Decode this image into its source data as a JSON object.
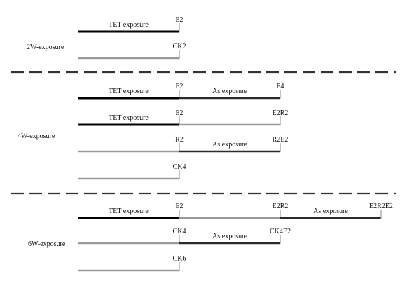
{
  "colors": {
    "black": "#000000",
    "gray": "#9a9a9a",
    "dark": "#2a2a2a",
    "divider": "#333333"
  },
  "groups": [
    {
      "label": "2W-exposure"
    },
    {
      "label": "4W-exposure"
    },
    {
      "label": "6W-exposure"
    }
  ],
  "rows": [
    {
      "id": "r1",
      "segments": [
        {
          "color": "black",
          "label": "TET exposure"
        }
      ],
      "end_labels": [
        "E2"
      ]
    },
    {
      "id": "r2",
      "segments": [
        {
          "color": "gray",
          "label": ""
        }
      ],
      "end_labels": [
        "CK2"
      ]
    },
    {
      "id": "r3",
      "segments": [
        {
          "color": "black",
          "label": "TET exposure"
        },
        {
          "color": "dark",
          "label": "As exposure"
        }
      ],
      "end_labels": [
        "E2",
        "E4"
      ]
    },
    {
      "id": "r4",
      "segments": [
        {
          "color": "black",
          "label": "TET exposure"
        },
        {
          "color": "gray",
          "label": ""
        }
      ],
      "end_labels": [
        "E2",
        "E2R2"
      ]
    },
    {
      "id": "r5",
      "segments": [
        {
          "color": "gray",
          "label": ""
        },
        {
          "color": "dark",
          "label": "As exposure"
        }
      ],
      "end_labels": [
        "R2",
        "R2E2"
      ]
    },
    {
      "id": "r6",
      "segments": [
        {
          "color": "gray",
          "label": ""
        }
      ],
      "end_labels": [
        "CK4"
      ]
    },
    {
      "id": "r7",
      "segments": [
        {
          "color": "black",
          "label": "TET exposure"
        },
        {
          "color": "gray",
          "label": ""
        },
        {
          "color": "dark",
          "label": "As exposure"
        }
      ],
      "end_labels": [
        "E2",
        "E2R2",
        "E2R2E2"
      ]
    },
    {
      "id": "r8",
      "segments": [
        {
          "color": "gray",
          "label": ""
        },
        {
          "color": "dark",
          "label": "As exposure"
        }
      ],
      "end_labels": [
        "CK4",
        "CK4E2"
      ]
    },
    {
      "id": "r9",
      "segments": [
        {
          "color": "gray",
          "label": ""
        }
      ],
      "end_labels": [
        "CK6"
      ]
    }
  ]
}
